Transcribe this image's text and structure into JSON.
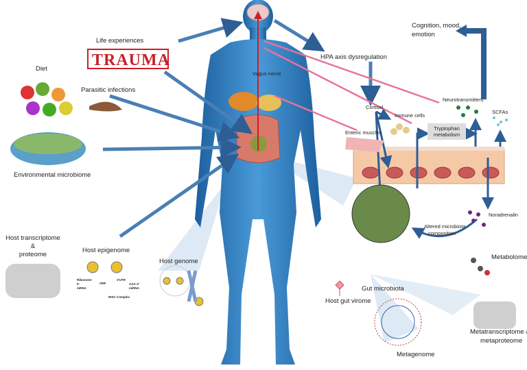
{
  "labels": {
    "life_experiences": "Life experiences",
    "trauma": "TRAUMA",
    "diet": "Diet",
    "parasitic_infections": "Parasitic infections",
    "environmental_microbiome": "Environmental microbiome",
    "host_transcriptome_1": "Host transcriptome",
    "host_transcriptome_2": "&",
    "host_transcriptome_3": "proteome",
    "host_epigenome": "Host epigenome",
    "host_genome": "Host genome",
    "vagus_nerve": "Vagus nerve",
    "hpa_axis": "HPA axis dysregulation",
    "cognition_1": "Cognition, mood,",
    "cognition_2": "emotion",
    "cortisol": "Cortisol",
    "immune_cells": "Immune cells",
    "neurotransmitters": "Neurotransmitters",
    "scfas": "SCFAs",
    "enteric_muscles": "Enteric muscles",
    "tryptophan_1": "Tryptophan",
    "tryptophan_2": "metabolism",
    "noradrenalin": "Noradrenalin",
    "altered_1": "Altered microbiota",
    "altered_2": "composition",
    "gut_microbiota": "Gut microbiota",
    "host_gut_virome": "Host gut virome",
    "metabolome": "Metabolome",
    "metatranscriptome_1": "Metatranscriptome &",
    "metatranscriptome_2": "metaproteome",
    "metagenome": "Metagenome"
  },
  "epigenome_diagram": {
    "ribosome": "Ribosome",
    "five_prime": "5'",
    "mrna": "mRNA",
    "orf": "ORF",
    "utr": "3'UTR",
    "aaa": "AAA-3'",
    "mirna": "miRNA",
    "risc": "RISC Complex"
  },
  "colors": {
    "body": "#2f78b8",
    "arrow": "#2d5e94",
    "pink": "#e8749a",
    "trauma": "#c8202a",
    "epithelium": "#f6c9a6"
  }
}
